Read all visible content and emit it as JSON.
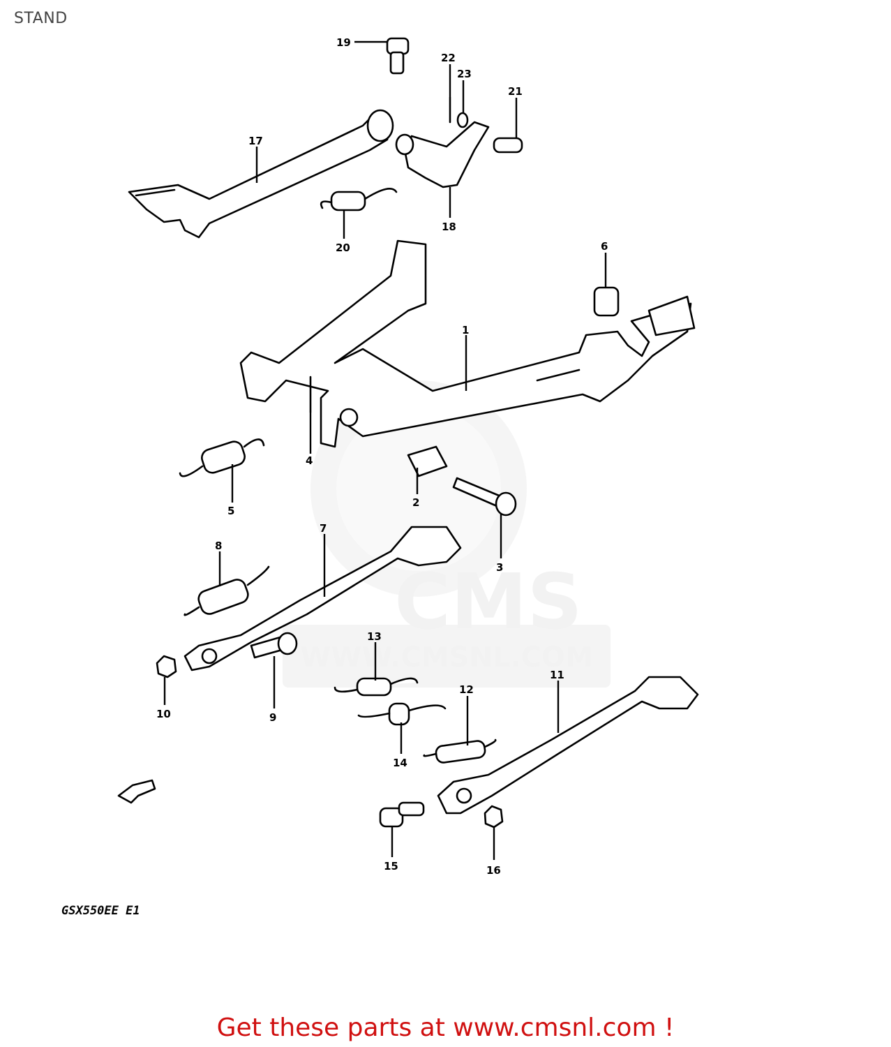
{
  "page": {
    "title": "STAND"
  },
  "diagram": {
    "watermark": {
      "brand": "CMS",
      "url": "WWW.CMSNL.COM"
    },
    "callouts": [
      "1",
      "2",
      "3",
      "4",
      "5",
      "6",
      "7",
      "8",
      "9",
      "10",
      "11",
      "12",
      "13",
      "14",
      "15",
      "16",
      "17",
      "18",
      "19",
      "20",
      "21",
      "22",
      "23"
    ],
    "model_code": "GSX550EE E1",
    "direction_icon": "front-arrow-icon"
  },
  "footer": {
    "cta": "Get these parts at www.cmsnl.com !"
  },
  "colors": {
    "cta": "#d01010",
    "ink": "#000000",
    "title": "#444444",
    "watermark": "#ececec"
  }
}
